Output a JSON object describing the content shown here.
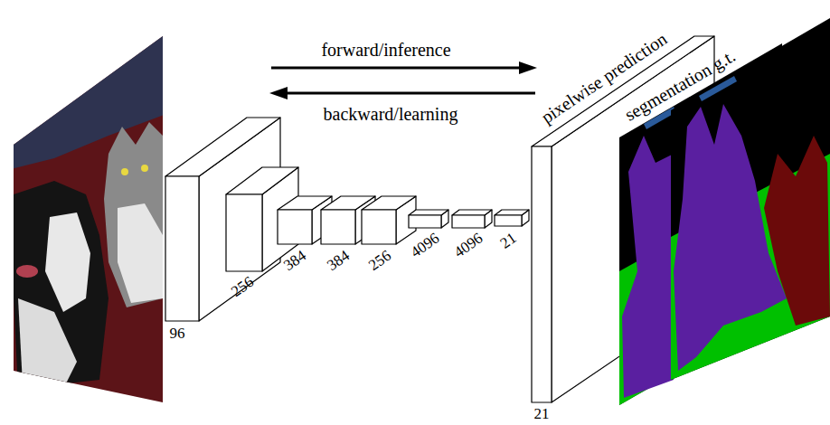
{
  "diagram": {
    "nodes": [
      {
        "text": [
          "96"
        ]
      },
      {
        "text": [
          "256"
        ]
      },
      {
        "text": [
          "384"
        ]
      },
      {
        "text": [
          "384"
        ]
      },
      {
        "text": [
          "256"
        ]
      },
      {
        "text": [
          "4096"
        ]
      },
      {
        "text": [
          "4096"
        ]
      },
      {
        "text": [
          "21"
        ]
      },
      {
        "text": [
          "pixelwise prediction",
          "21"
        ]
      },
      {
        "text": [
          "segmentation g.t."
        ]
      }
    ],
    "labels": [
      "forward/inference",
      "backward/learning"
    ]
  }
}
